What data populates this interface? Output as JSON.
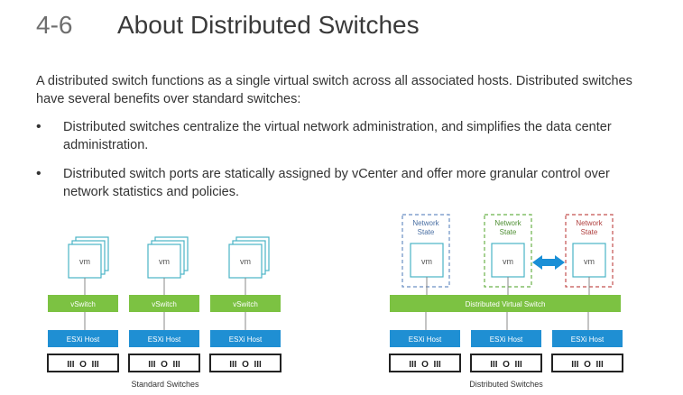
{
  "header": {
    "number": "4-6",
    "title": "About Distributed Switches"
  },
  "intro": "A distributed switch functions as a single virtual switch across all associated hosts. Distributed switches have several benefits over standard switches:",
  "bullets": [
    "Distributed switches centralize the virtual network administration, and simplifies the data center administration.",
    "Distributed switch ports are statically assigned by vCenter and offer more granular control over network statistics and policies."
  ],
  "diagram": {
    "standard": {
      "caption": "Standard Switches",
      "vm_label": "vm",
      "switch_label": "vSwitch",
      "host_label": "ESXi Host",
      "server_glyph": "III  O  III"
    },
    "distributed": {
      "caption": "Distributed Switches",
      "vm_label": "vm",
      "state_label": "Network State",
      "switch_label": "Distributed Virtual Switch",
      "host_label": "ESXi Host",
      "server_glyph": "III  O  III"
    },
    "colors": {
      "vm_border": "#49b3c6",
      "switch": "#7cc242",
      "host": "#1f8fd3",
      "state_blue": "#6a8fc3",
      "state_green": "#6bb24a",
      "state_red": "#c3504f",
      "arrow": "#1a8fd6"
    }
  }
}
